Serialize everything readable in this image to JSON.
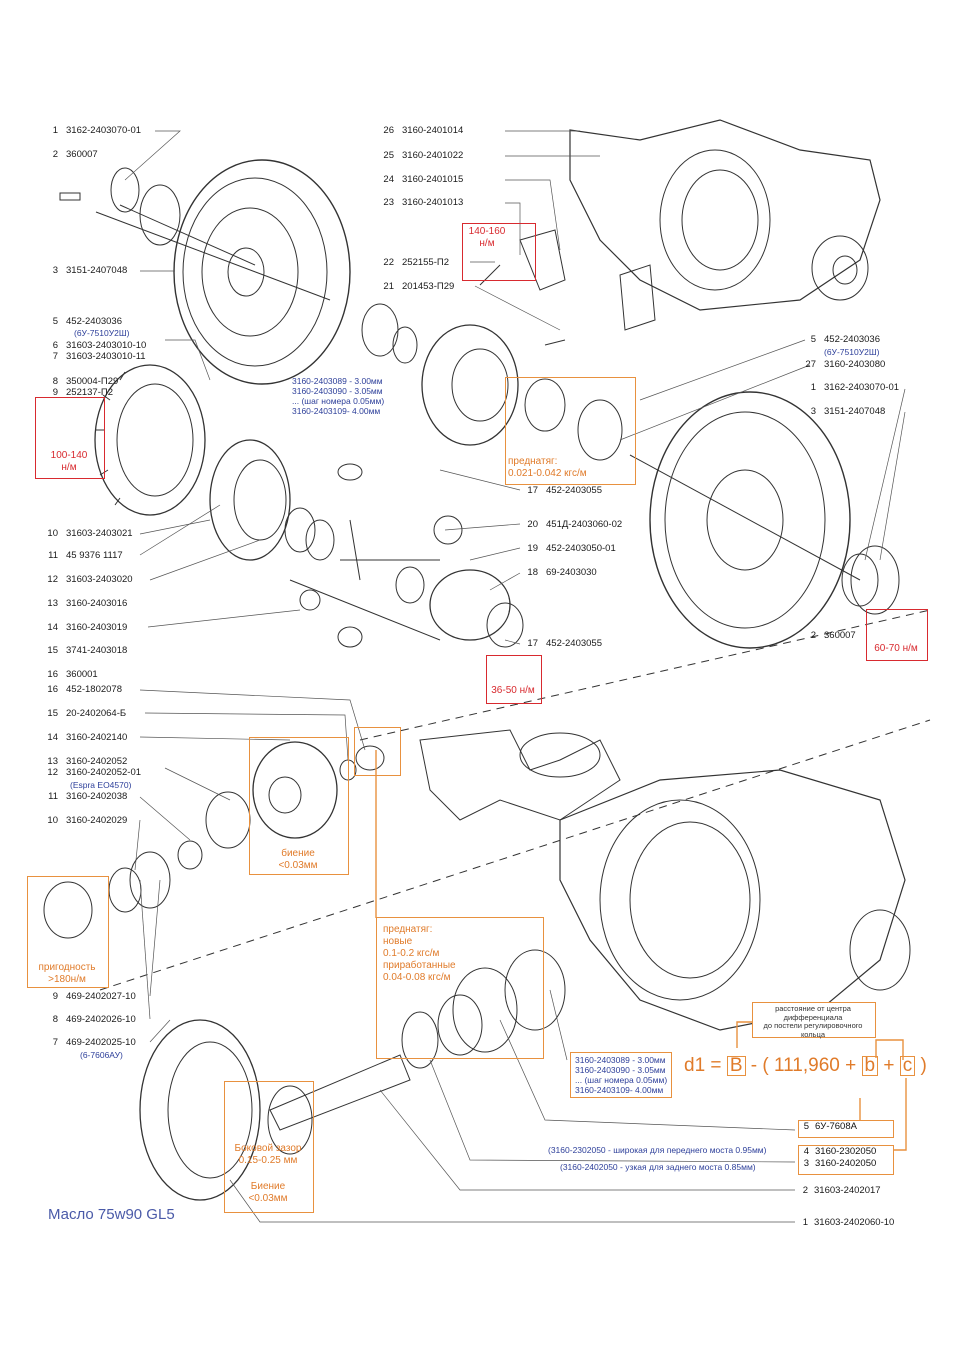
{
  "parts_left_top": [
    {
      "num": "1",
      "code": "3162-2403070-01"
    },
    {
      "num": "2",
      "code": "360007"
    },
    {
      "num": "3",
      "code": "3151-2407048"
    },
    {
      "num": "5",
      "code": "452-2403036",
      "sub": "(6У-7510У2Ш)"
    },
    {
      "num": "6",
      "code": "31603-2403010-10"
    },
    {
      "num": "7",
      "code": "31603-2403010-11"
    },
    {
      "num": "8",
      "code": "350004-П29"
    },
    {
      "num": "9",
      "code": "252137-П2"
    },
    {
      "num": "10",
      "code": "31603-2403021"
    },
    {
      "num": "11",
      "code": "45 9376 1117"
    },
    {
      "num": "12",
      "code": "31603-2403020"
    },
    {
      "num": "13",
      "code": "3160-2403016"
    },
    {
      "num": "14",
      "code": "3160-2403019"
    },
    {
      "num": "15",
      "code": "3741-2403018"
    },
    {
      "num": "16",
      "code": "360001"
    }
  ],
  "parts_right_top": [
    {
      "num": "26",
      "code": "3160-2401014"
    },
    {
      "num": "25",
      "code": "3160-2401022"
    },
    {
      "num": "24",
      "code": "3160-2401015"
    },
    {
      "num": "23",
      "code": "3160-2401013"
    },
    {
      "num": "22",
      "code": "252155-П2"
    },
    {
      "num": "21",
      "code": "201453-П29"
    }
  ],
  "parts_right_mid": [
    {
      "num": "5",
      "code": "452-2403036",
      "sub": "(6У-7510У2Ш)"
    },
    {
      "num": "27",
      "code": "3160-2403080"
    },
    {
      "num": "1",
      "code": "3162-2403070-01"
    },
    {
      "num": "3",
      "code": "3151-2407048"
    }
  ],
  "parts_center": [
    {
      "num": "17",
      "code": "452-2403055"
    },
    {
      "num": "20",
      "code": "451Д-2403060-02"
    },
    {
      "num": "19",
      "code": "452-2403050-01"
    },
    {
      "num": "18",
      "code": "69-2403030"
    },
    {
      "num": "17",
      "code": "452-2403055"
    }
  ],
  "part_2_right": {
    "num": "2",
    "code": "360007"
  },
  "parts_left_bottom": [
    {
      "num": "16",
      "code": "452-1802078"
    },
    {
      "num": "15",
      "code": "20-2402064-Б"
    },
    {
      "num": "14",
      "code": "3160-2402140"
    },
    {
      "num": "13",
      "code": "3160-2402052"
    },
    {
      "num": "12",
      "code": "3160-2402052-01",
      "sub": "(Espra EO4570)"
    },
    {
      "num": "11",
      "code": "3160-2402038"
    },
    {
      "num": "10",
      "code": "3160-2402029"
    },
    {
      "num": "9",
      "code": "469-2402027-10"
    },
    {
      "num": "8",
      "code": "469-2402026-10"
    },
    {
      "num": "7",
      "code": "469-2402025-10",
      "sub": "(6-7606АУ)"
    }
  ],
  "parts_bottom_right": [
    {
      "num": "5",
      "code": "6У-7608А"
    },
    {
      "num": "4",
      "code": "3160-2302050"
    },
    {
      "num": "3",
      "code": "3160-2402050"
    },
    {
      "num": "2",
      "code": "31603-2402017"
    },
    {
      "num": "1",
      "code": "31603-2402060-10"
    }
  ],
  "shim_list_top": [
    "3160-2403089 - 3.00мм",
    "3160-2403090 - 3.05мм",
    "... (шаг номера 0.05мм)",
    "3160-2403109- 4.00мм"
  ],
  "shim_list_bottom": [
    "3160-2403089 - 3.00мм",
    "3160-2403090 - 3.05мм",
    "... (шаг номера 0.05мм)",
    "3160-2403109- 4.00мм"
  ],
  "torques": {
    "t140": [
      "140-160",
      "н/м"
    ],
    "t100": [
      "100-140",
      "н/м"
    ],
    "t60": "60-70 н/м",
    "t36": "36-50 н/м"
  },
  "notes": {
    "preload_diff": [
      "преднатяг:",
      "0.021-0.042 кгс/м"
    ],
    "runout_flange": [
      "биение",
      "<0.03мм"
    ],
    "fitness": [
      "пригодность",
      ">180н/м"
    ],
    "preload_pinion": [
      "преднатяг:",
      "новые",
      "0.1-0.2 кгс/м",
      "приработанные",
      "0.04-0.08 кгс/м"
    ],
    "side_clearance": [
      "Боковой зазор",
      "0.15-0.25 мм"
    ],
    "runout_gear": [
      "Биение",
      "<0.03мм"
    ],
    "distance": [
      "расстояние от центра",
      "дифференциала",
      "до постели регулировочного",
      "кольца"
    ]
  },
  "formula": {
    "d1": "d1",
    "eq": "=",
    "B": "B",
    "minus": "- ( 111,960 +",
    "b": "b",
    "plus": "+",
    "c": "c",
    "close": ")"
  },
  "shim_note_front": "(3160-2302050 - широкая для переднего моста 0.95мм)",
  "shim_note_rear": "(3160-2402050 - узкая для заднего моста 0.85мм)",
  "oil": "Масло 75w90 GL5",
  "colors": {
    "accent": "#e8913f",
    "torque": "#d82a2f",
    "note": "#2d3f9a"
  }
}
